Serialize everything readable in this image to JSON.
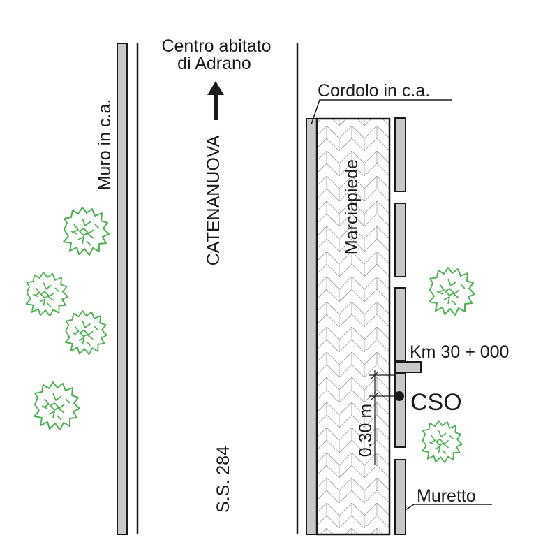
{
  "labels": {
    "centro_line1": "Centro abitato",
    "centro_line2": "di Adrano",
    "muro": "Muro in c.a.",
    "catenanuova": "CATENANUOVA",
    "ss": "S.S. 284",
    "cordolo": "Cordolo in c.a.",
    "marciapiede": "Marciapiede",
    "km": "Km 30 + 000",
    "cso": "CSO",
    "dimension": "0.30 m",
    "muretto": "Muretto"
  },
  "colors": {
    "line": "#1a1a1a",
    "wall_fill": "#c8c8c8",
    "tree_stroke": "#4caf50",
    "hatch": "#9a9a9a"
  },
  "icons": {
    "direction_arrow": "arrow-up-icon",
    "cso_marker": "filled-circle",
    "trees": "tree-symbol"
  }
}
